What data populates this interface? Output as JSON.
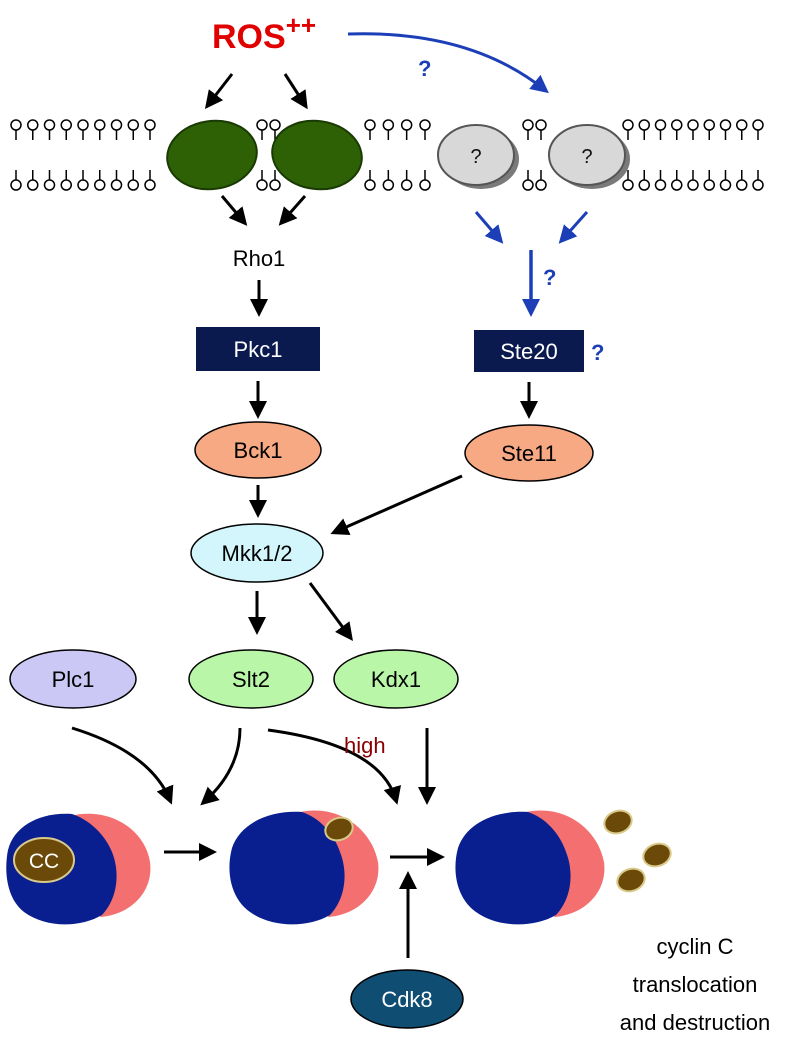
{
  "title": {
    "main": "ROS",
    "superscript": "++"
  },
  "question_mark": "?",
  "membrane": {
    "unknown_protein_label": "?"
  },
  "nodes": {
    "rho1": "Rho1",
    "pkc1": "Pkc1",
    "bck1": "Bck1",
    "ste20": "Ste20",
    "ste11": "Ste11",
    "mkk": "Mkk1/2",
    "plc1": "Plc1",
    "slt2": "Slt2",
    "kdx1": "Kdx1",
    "cdk8": "Cdk8"
  },
  "cell_label": "CC",
  "high_label": "high",
  "caption": {
    "line1": "cyclin C",
    "line2": "translocation",
    "line3": "and destruction"
  },
  "colors": {
    "ros": "#e00000",
    "blue_path": "#1c3fb8",
    "navy_box": "#0b1a4e",
    "green_channel": "#2e6106",
    "grey_channel": "#d8d8d8",
    "bck_ste11": "#f7a983",
    "mkk": "#d2f6fb",
    "plc1": "#cbc8f6",
    "slt_kdx": "#b9f6a8",
    "cdk8": "#0f4d72",
    "nucleus": "#0a1f8f",
    "cytoplasm": "#f46f6f",
    "cyclin": "#6b4a09",
    "high": "#8b0000"
  }
}
